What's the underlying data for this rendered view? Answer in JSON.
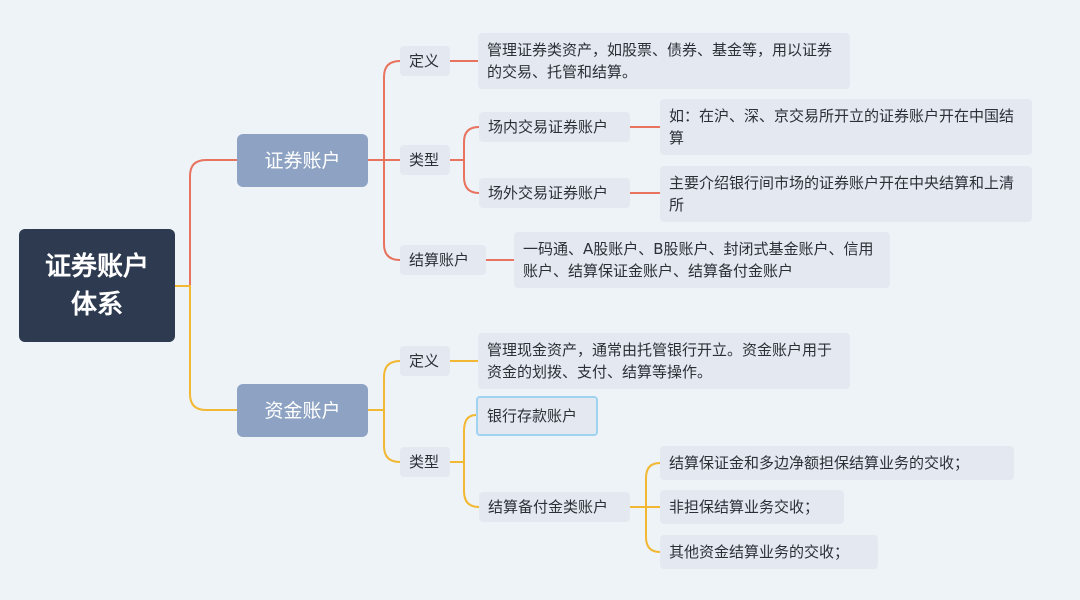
{
  "root": {
    "label": "证券账户体系"
  },
  "securities": {
    "label": "证券账户",
    "definition_label": "定义",
    "definition_text": "管理证券类资产，如股票、债券、基金等，用以证券的交易、托管和结算。",
    "types_label": "类型",
    "onsite_label": "场内交易证券账户",
    "onsite_text": "如：在沪、深、京交易所开立的证券账户开在中国结算",
    "offsite_label": "场外交易证券账户",
    "offsite_text": "主要介绍银行间市场的证券账户开在中央结算和上清所",
    "settlement_label": "结算账户",
    "settlement_text": "一码通、A股账户、B股账户、封闭式基金账户、信用账户、结算保证金账户、结算备付金账户"
  },
  "funds": {
    "label": "资金账户",
    "definition_label": "定义",
    "definition_text": "管理现金资产，通常由托管银行开立。资金账户用于资金的划拨、支付、结算等操作。",
    "types_label": "类型",
    "bank_deposit_label": "银行存款账户",
    "reserve_label": "结算备付金类账户",
    "reserve_items": [
      "结算保证金和多边净额担保结算业务的交收；",
      "非担保结算业务交收；",
      "其他资金结算业务的交收；"
    ]
  },
  "colors": {
    "background": "#eef3f8",
    "root_fill": "#2d3a4f",
    "main_fill": "#8ea3c3",
    "leaf_fill": "#e4e9f1",
    "securities_branch": "#e8735f",
    "funds_branch": "#f2b733",
    "selection_border": "#9fd3ef"
  }
}
